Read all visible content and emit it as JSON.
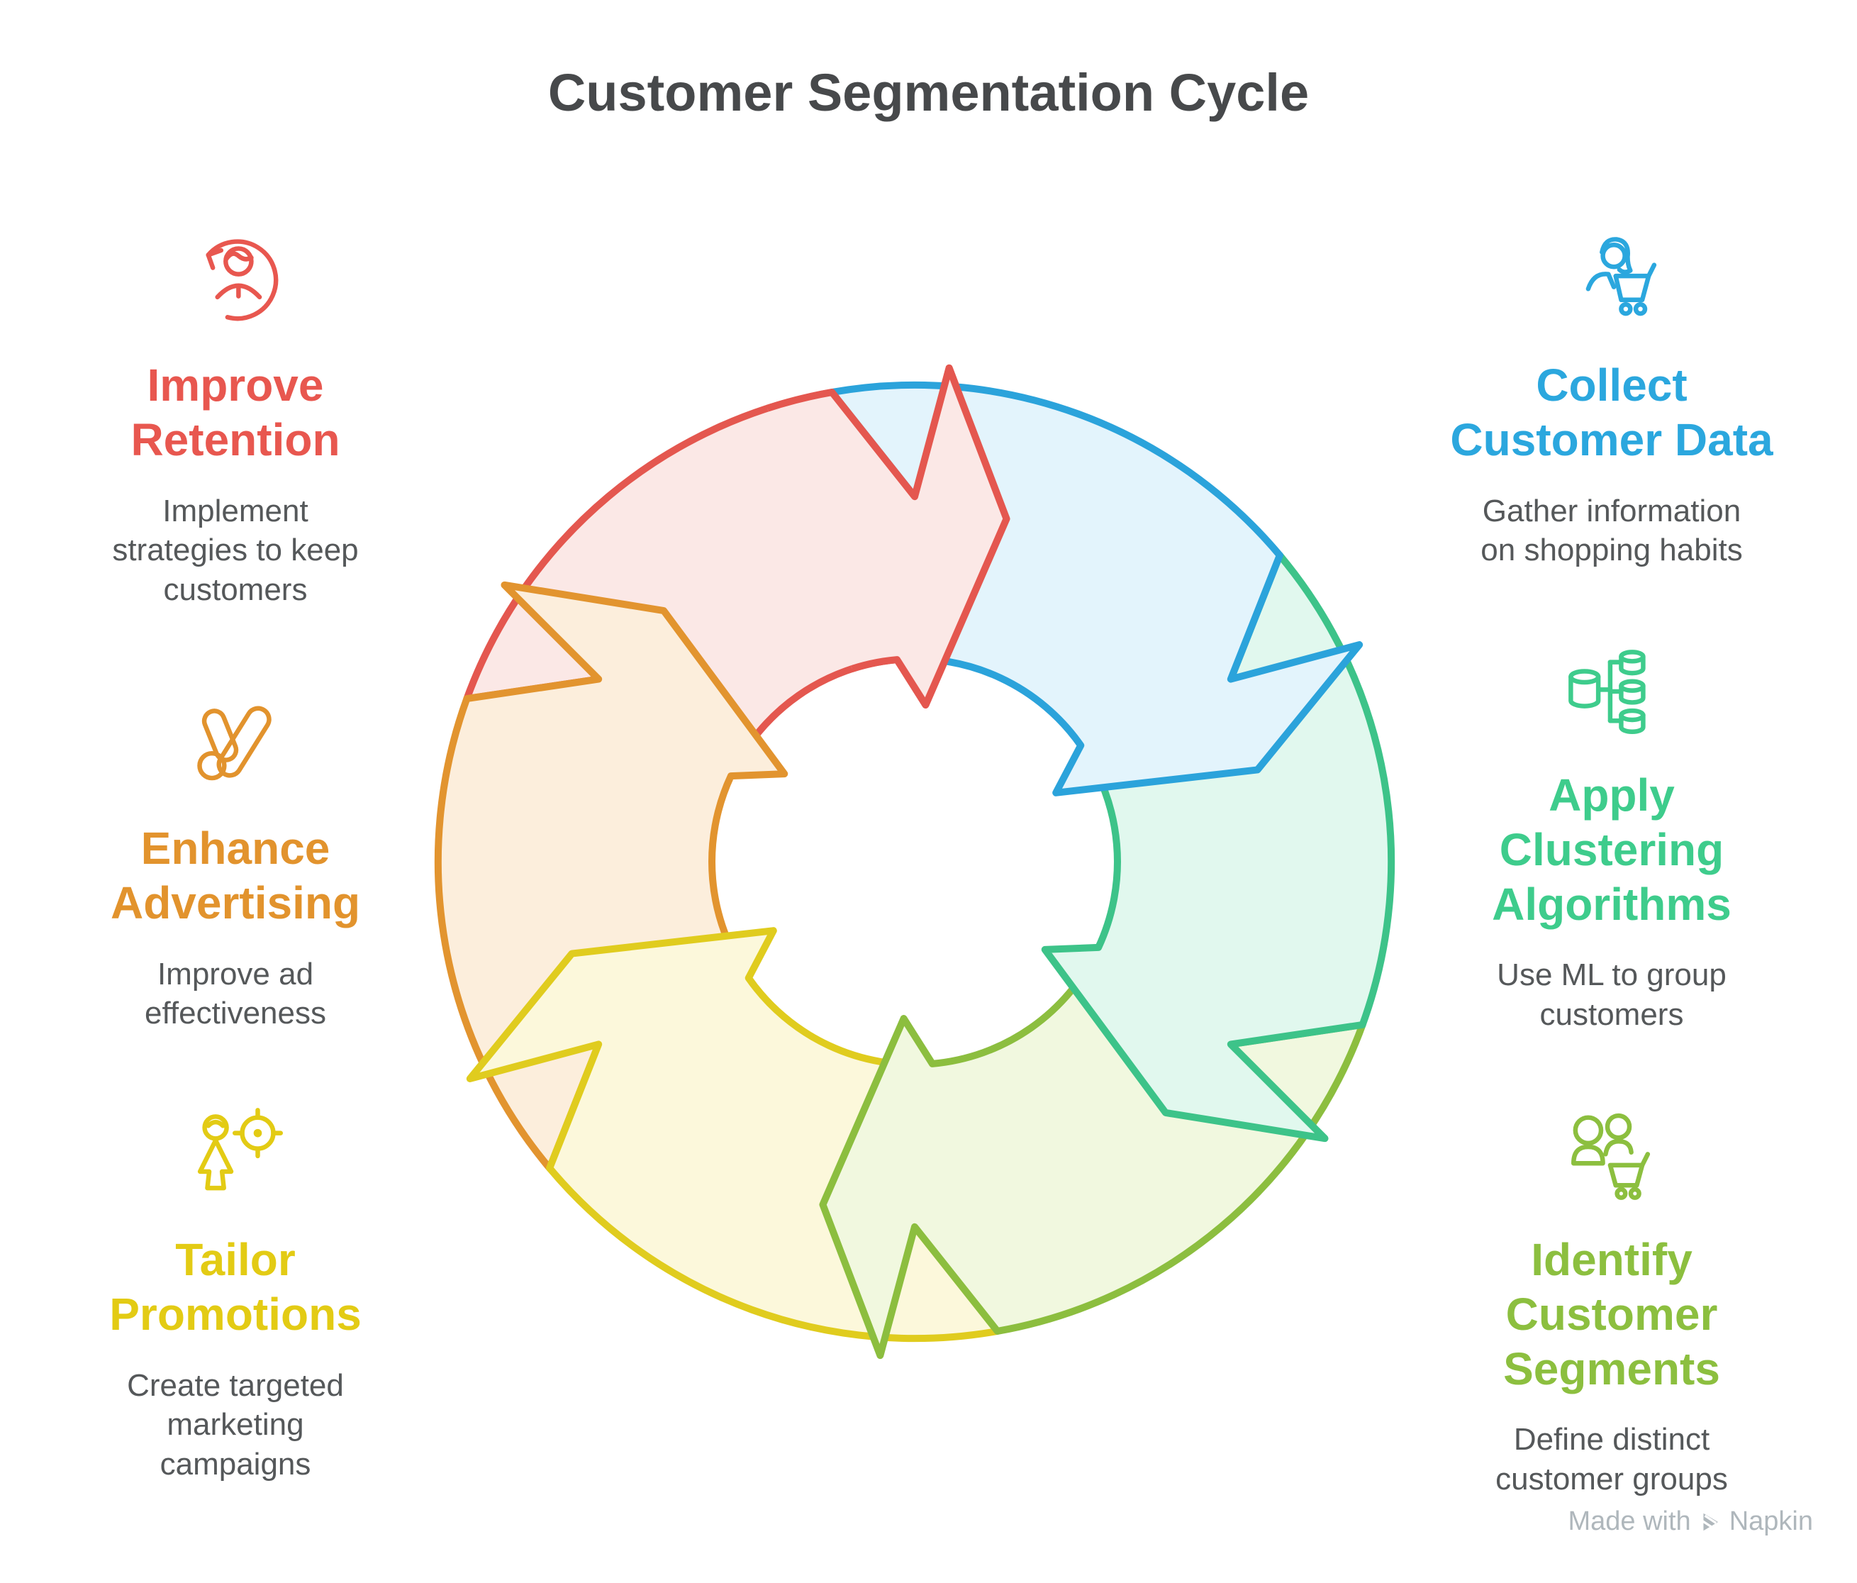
{
  "title": "Customer Segmentation Cycle",
  "title_color": "#47494B",
  "body_color": "#55585A",
  "steps": [
    {
      "label": "Improve\nRetention",
      "desc": "Implement\nstrategies to keep\ncustomers",
      "color": "#E8574F",
      "icon": "person-refresh-icon"
    },
    {
      "label": "Enhance\nAdvertising",
      "desc": "Improve ad\neffectiveness",
      "color": "#E2932D",
      "icon": "ads-icon"
    },
    {
      "label": "Tailor\nPromotions",
      "desc": "Create targeted\nmarketing\ncampaigns",
      "color": "#E3CB14",
      "icon": "person-target-icon"
    },
    {
      "label": "Collect\nCustomer Data",
      "desc": "Gather information\non shopping habits",
      "color": "#2BA7DE",
      "icon": "shopper-cart-icon"
    },
    {
      "label": "Apply\nClustering\nAlgorithms",
      "desc": "Use ML to group\ncustomers",
      "color": "#3ECC8C",
      "icon": "database-cluster-icon"
    },
    {
      "label": "Identify\nCustomer\nSegments",
      "desc": "Define distinct\ncustomer groups",
      "color": "#8CBF3F",
      "icon": "people-cart-icon"
    }
  ],
  "cycle": {
    "arrows": [
      {
        "name": "improve-retention",
        "stroke": "#E4574F",
        "fill": "#FBE8E6"
      },
      {
        "name": "collect-customer-data",
        "stroke": "#2BA3DB",
        "fill": "#E3F4FC"
      },
      {
        "name": "apply-clustering-algorithms",
        "stroke": "#3DC389",
        "fill": "#E1F8EE"
      },
      {
        "name": "identify-customer-segments",
        "stroke": "#8CBE3F",
        "fill": "#F1F8DF"
      },
      {
        "name": "tailor-promotions",
        "stroke": "#E0CC1E",
        "fill": "#FCF8DB"
      },
      {
        "name": "enhance-advertising",
        "stroke": "#E2942F",
        "fill": "#FCEEDC"
      }
    ]
  },
  "watermark": {
    "prefix": "Made with",
    "brand": "Napkin",
    "color": "#AFB7BC"
  }
}
